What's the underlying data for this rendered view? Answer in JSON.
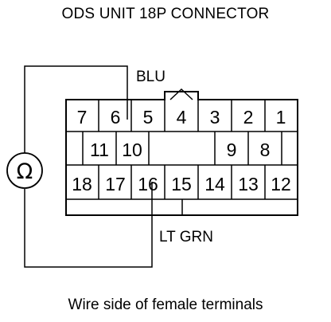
{
  "title": "ODS UNIT 18P CONNECTOR",
  "caption": "Wire side of female terminals",
  "wires": {
    "top_label": "BLU",
    "bottom_label": "LT GRN"
  },
  "meter": {
    "symbol": "Ω",
    "icon": "ohmmeter-icon"
  },
  "connector": {
    "row1": [
      "7",
      "6",
      "5",
      "4",
      "3",
      "2",
      "1"
    ],
    "row2_left": [
      "11",
      "10"
    ],
    "row2_right": [
      "9",
      "8"
    ],
    "row3": [
      "18",
      "17",
      "16",
      "15",
      "14",
      "13",
      "12"
    ]
  }
}
